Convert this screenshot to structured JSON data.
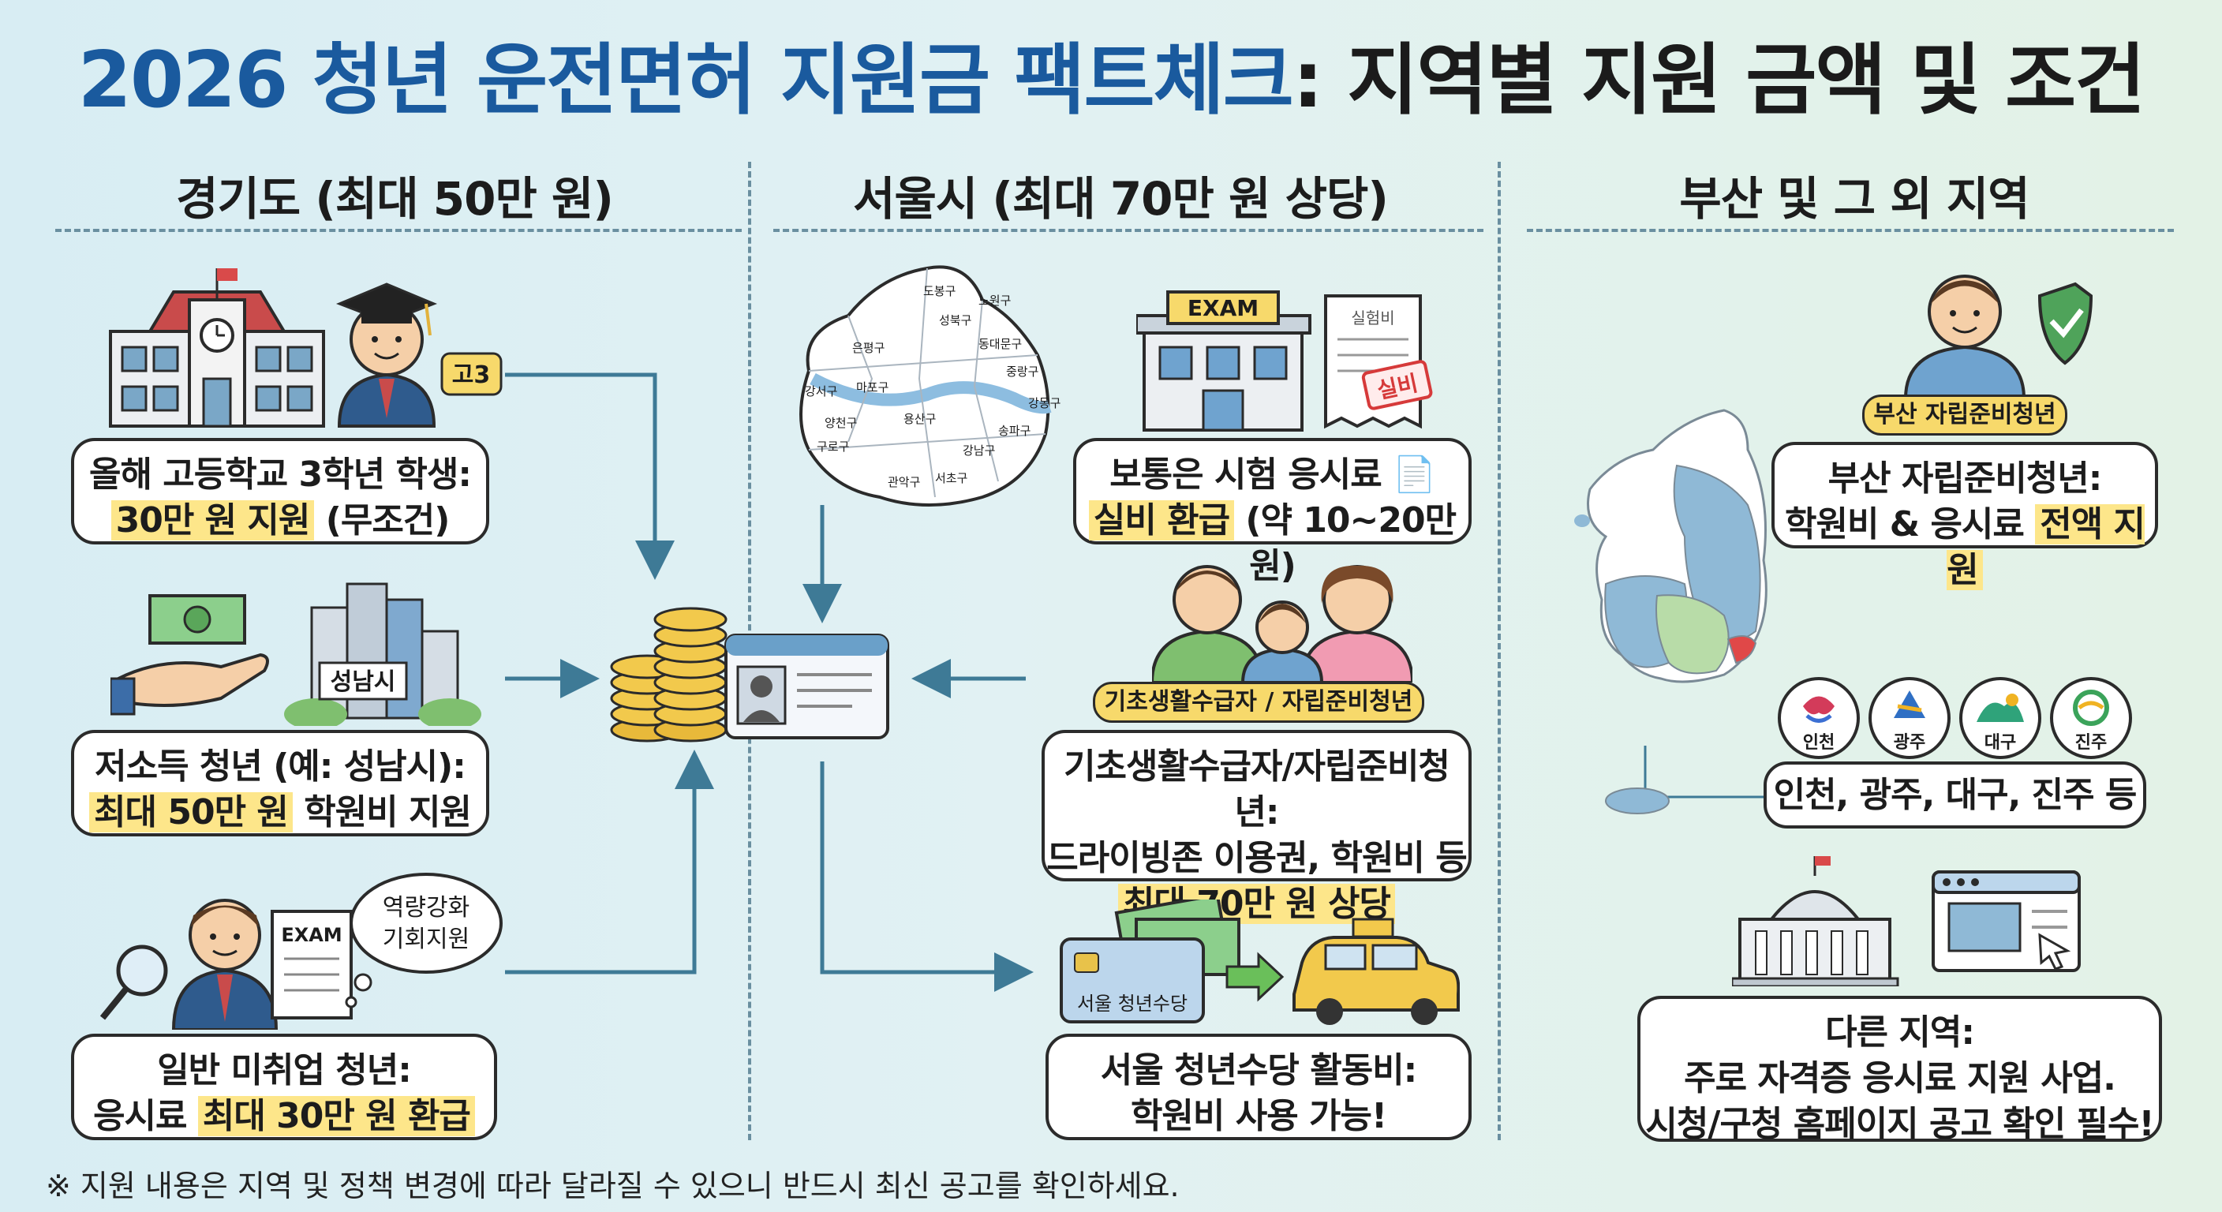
{
  "title": {
    "part1": "2026 청년 운전면허 지원금 팩트체크",
    "part2": ": 지역별 지원 금액 및 조건"
  },
  "columns": {
    "gyeonggi": {
      "heading": "경기도 (최대 50만 원)",
      "items": [
        {
          "icon_label": "고3",
          "line1": "올해 고등학교 3학년 학생:",
          "highlight": "30만 원 지원",
          "rest": " (무조건)"
        },
        {
          "icon_label": "성남시",
          "line1": "저소득 청년 (예: 성남시):",
          "highlight": "최대 50만 원",
          "rest": " 학원비 지원"
        },
        {
          "icon_label": "EXAM",
          "bubble_line1": "역량강화",
          "bubble_line2": "기회지원",
          "line1": "일반 미취업 청년:",
          "pre": "응시료 ",
          "highlight": "최대 30만 원 환급"
        }
      ]
    },
    "seoul": {
      "heading": "서울시 (최대 70만 원 상당)",
      "map_labels": [
        "성북구",
        "동대문구",
        "도봉구",
        "은평구",
        "중랑구",
        "마포구",
        "용산구",
        "강남구",
        "송파구",
        "관악구",
        "강동구",
        "서초구",
        "구로구",
        "양천구",
        "강서구",
        "노원구"
      ],
      "items": [
        {
          "exam_label": "EXAM",
          "receipt_title": "실험비",
          "stamp": "실비",
          "line1": "보통은 시험 응시료 📄",
          "highlight": "실비 환급",
          "rest": " (약 10~20만 원)"
        },
        {
          "tag": "기초생활수급자 / 자립준비청년",
          "line1": "기초생활수급자/자립준비청년:",
          "line2": "드라이빙존 이용권, 학원비 등",
          "highlight": "최대 70만 원 상당"
        },
        {
          "card_label": "서울 청년수당",
          "line1": "서울 청년수당 활동비:",
          "line2": "학원비 사용 가능!"
        }
      ]
    },
    "busan": {
      "heading": "부산 및 그 외 지역",
      "items": [
        {
          "tag": "부산 자립준비청년",
          "line1": "부산 자립준비청년:",
          "pre": "학원비 & 응시료 ",
          "highlight": "전액 지원"
        },
        {
          "cities": [
            "인천",
            "광주",
            "대구",
            "진주"
          ],
          "line1": "인천, 광주, 대구, 진주 등"
        },
        {
          "line1": "다른 지역:",
          "line2": "주로 자격증 응시료 지원 사업.",
          "line3": "시청/구청 홈페이지 공고 확인 필수!"
        }
      ]
    }
  },
  "footnote": "※ 지원 내용은 지역 및 정책 변경에 따라 달라질 수 있으니 반드시 최신 공고를 확인하세요.",
  "colors": {
    "title_blue": "#1a5a9e",
    "highlight": "#fde68a",
    "arrow": "#3e7a96",
    "tag": "#f7d96b"
  }
}
